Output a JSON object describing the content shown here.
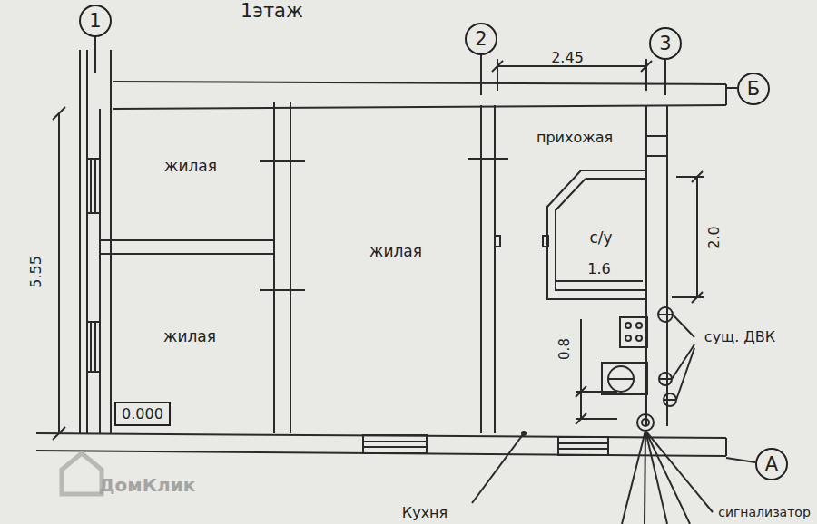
{
  "diagram": {
    "title": "1этаж",
    "nodes": [
      {
        "text": [
          "1"
        ]
      },
      {
        "text": [
          "2"
        ]
      },
      {
        "text": [
          "3"
        ]
      },
      {
        "text": [
          "Б"
        ]
      },
      {
        "text": [
          "0.000"
        ]
      },
      {
        "text": [
          "А"
        ]
      }
    ],
    "labels": [
      "2.45",
      "жилая",
      "прихожая",
      "2.0",
      "с/у",
      "5.55",
      "жилая",
      "1.6",
      "жилая",
      "сущ. ДВК",
      "0.8",
      "ДомКлик",
      "Кухня",
      "сигнализатор"
    ]
  }
}
